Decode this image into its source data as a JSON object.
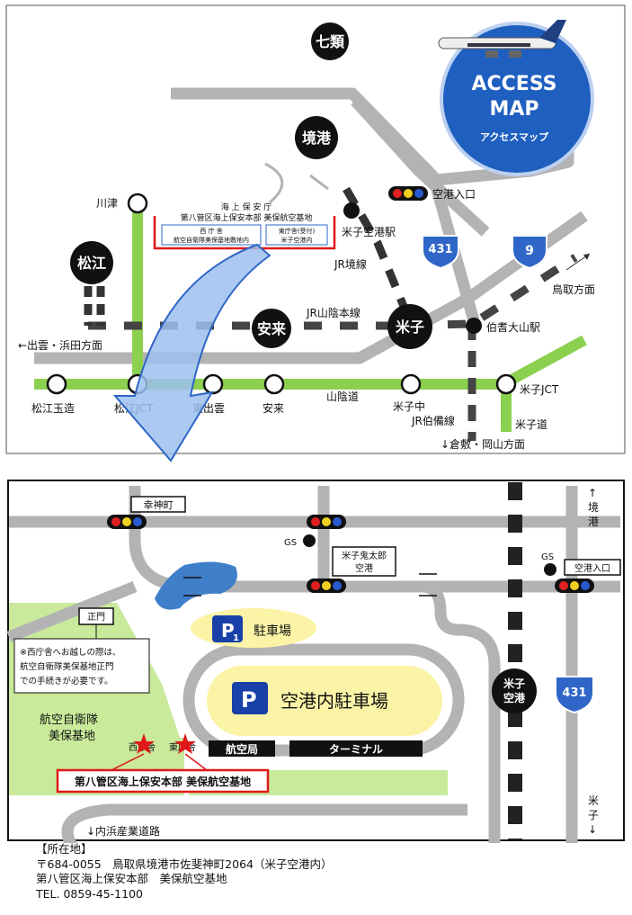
{
  "badge": {
    "title_line1": "ACCESS",
    "title_line2": "MAP",
    "subtitle": "アクセスマップ"
  },
  "colors": {
    "road_gray": "#b3b3b3",
    "expressway_green": "#8cd050",
    "badge_blue": "#1f5fc0",
    "route_sign_blue": "#2f66c7",
    "highlight_red": "#e01818",
    "parking_yellow": "#fbf4a6",
    "arrow_blue": "#9cc0ee"
  },
  "top_map": {
    "cities": {
      "shichirui": "七類",
      "sakaiminato": "境港",
      "matsue": "松江",
      "yasugi": "安来",
      "yonago": "米子"
    },
    "stations": {
      "airport_station": "米子空港駅",
      "hakidaisen_station": "伯耆大山駅"
    },
    "rail_lines": {
      "sakai_line": "JR境線",
      "sanin_line": "JR山陰本線",
      "hakubi_line": "JR伯備線"
    },
    "road_names": {
      "sanin_expressway": "山陰道",
      "airport_entrance": "空港入口"
    },
    "routes": {
      "r431": "431",
      "r9": "9"
    },
    "interchanges": {
      "kawatsu": "川津",
      "matsue_tamatsukuri": "松江玉造",
      "matsue_jct": "松江JCT",
      "higashi_izumo": "東出雲",
      "yasugi_ic": "安来",
      "yonago_naka": "米子中",
      "yonago_jct": "米子JCT",
      "yonago_expressway": "米子道"
    },
    "directions": {
      "west": "←出雲・浜田方面",
      "tottori": "鳥取方面",
      "south": "↓倉敷・岡山方面"
    },
    "callout": {
      "agency": "海 上 保 安 庁",
      "units": "第八管区海上保安本部 美保航空基地",
      "left_title": "西 庁 舎",
      "left_sub": "航空自衛隊美保基地敷地内",
      "right_title": "東庁舎(受付)",
      "right_sub": "米子空港内"
    }
  },
  "detail_map": {
    "kojinmachi": "幸神町",
    "gs": "GS",
    "yonago_kitoubu": "米子鬼太郎",
    "airport_word": "空港",
    "airport_entrance": "空港入口",
    "main_gate": "正門",
    "note_lines": [
      "※西庁舎へお越しの際は、",
      "航空自衛隊美保基地正門",
      "での手続きが必要です。"
    ],
    "p1_prefix": "P",
    "p1_sub": "1",
    "p1_label": "駐車場",
    "p_prefix": "P",
    "p_label": "空港内駐車場",
    "jasdf_line1": "航空自衛隊",
    "jasdf_line2": "美保基地",
    "west_building": "西庁舎",
    "east_building": "東庁舎",
    "civil_aviation": "航空局",
    "terminal": "ターミナル",
    "highlight_label": "第八管区海上保安本部 美保航空基地",
    "station_line1": "米子",
    "station_line2": "空港",
    "route": "431",
    "sakaiminato_dir": [
      "↑",
      "境",
      "港"
    ],
    "yonago_dir": [
      "米",
      "子",
      "↓"
    ],
    "uchihama": "↓内浜産業道路"
  },
  "address": {
    "heading": "【所在地】",
    "line1": "〒684-0055　鳥取県境港市佐斐神町2064（米子空港内）",
    "line2": "第八管区海上保安本部　美保航空基地",
    "line3": "TEL. 0859-45-1100"
  }
}
